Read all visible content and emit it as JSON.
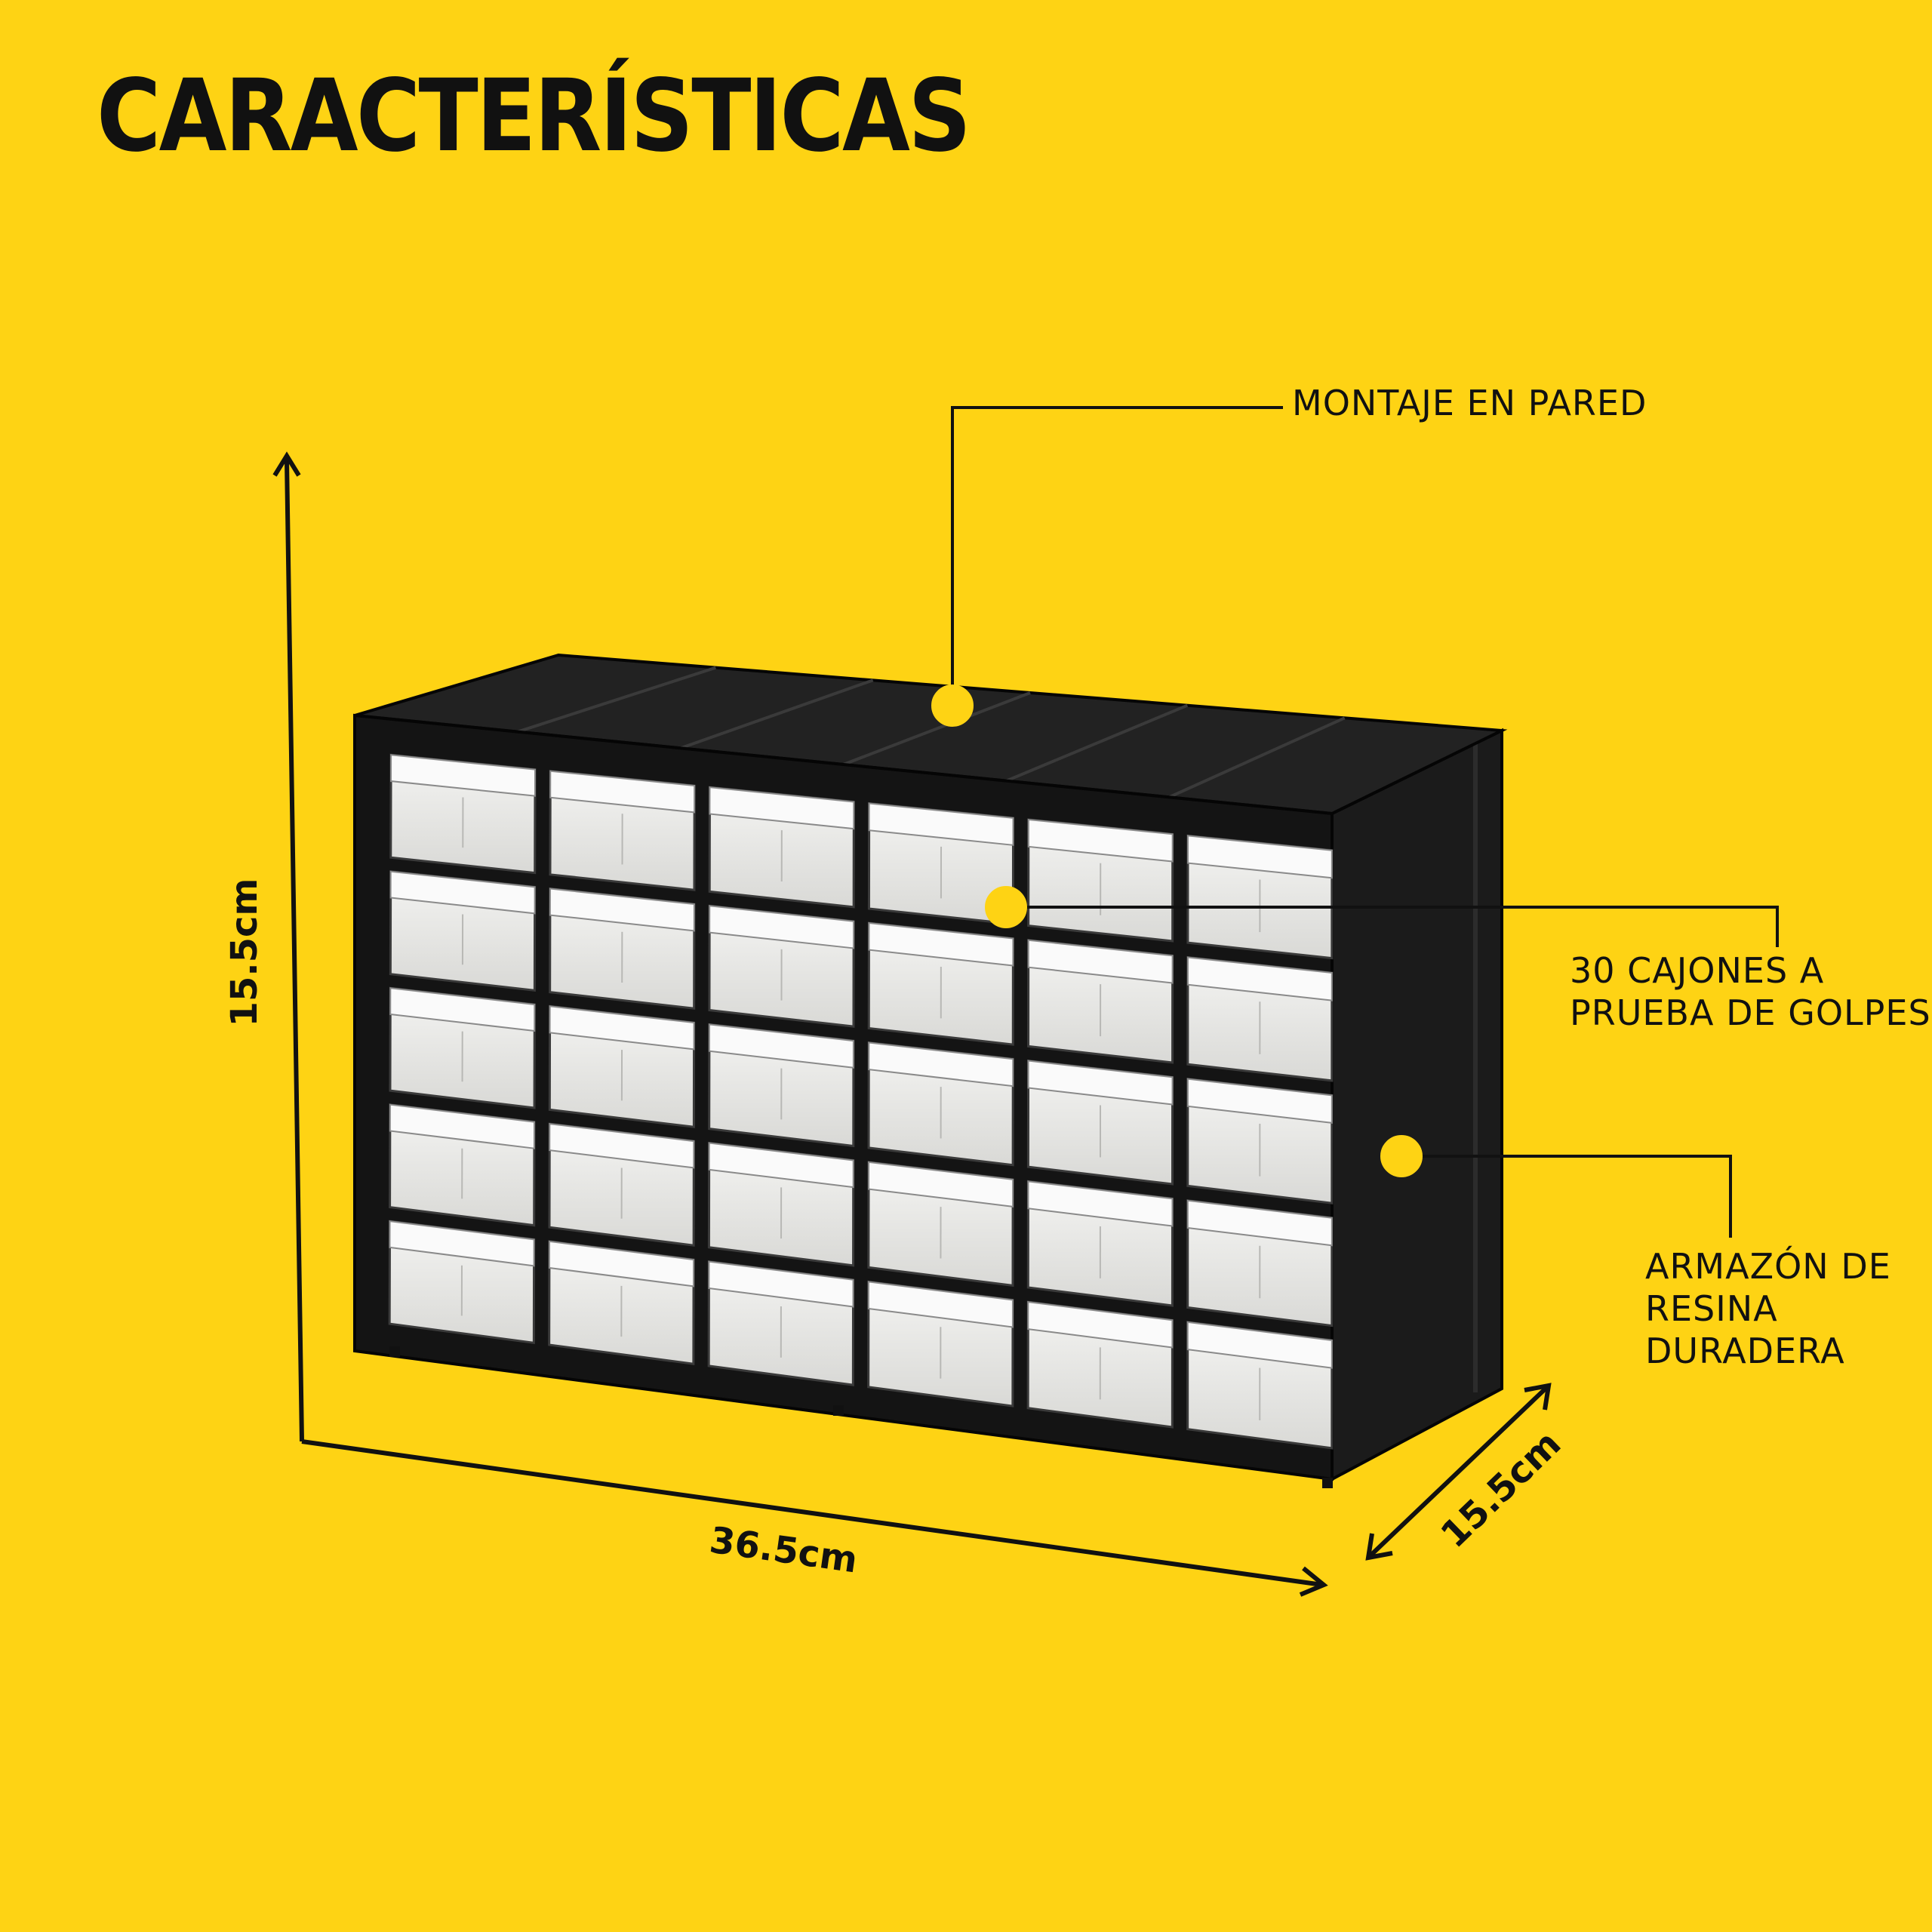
{
  "title": "CARACTERÍSTICAS",
  "colors": {
    "background": "#fed314",
    "text": "#111111",
    "cabinet_frame": "#141414",
    "drawer": "#e9e9e7",
    "marker_dot": "#fed314"
  },
  "icons": [
    "marker-dot-icon",
    "arrow-icon"
  ],
  "callouts": {
    "wall_mount": {
      "line1": "MONTAJE EN PARED"
    },
    "drawers": {
      "line1": "30 CAJONES A",
      "line2": "PRUEBA DE GOLPES"
    },
    "frame": {
      "line1": "ARMAZÓN DE",
      "line2": "RESINA",
      "line3": "DURADERA"
    }
  },
  "dimensions": {
    "height": "15.5cm",
    "width": "36.5cm",
    "depth": "15.5cm"
  },
  "drawer_grid": {
    "rows": 5,
    "columns": 6
  }
}
